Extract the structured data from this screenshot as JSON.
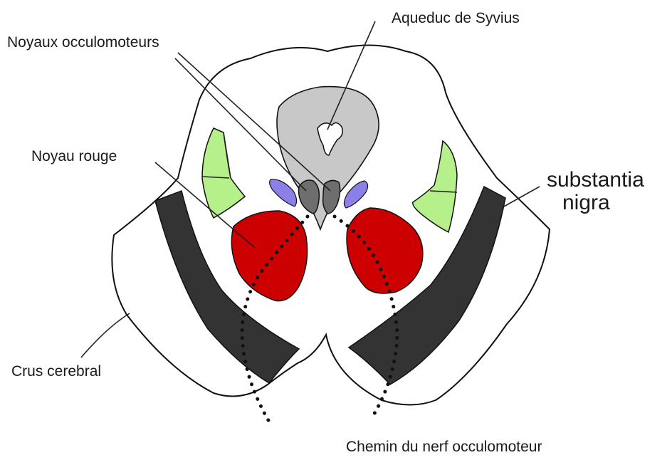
{
  "labels": {
    "aqueduct": "Aqueduc de Syvius",
    "oculomotor_nuclei": "Noyaux occulomoteurs",
    "red_nucleus": "Noyau rouge",
    "substantia_nigra_line1": "substantia",
    "substantia_nigra_line2": "nigra",
    "crus": "Crus cerebral",
    "nerve_path": "Chemin du nerf occulomoteur"
  },
  "colors": {
    "outline": "#111111",
    "background": "#ffffff",
    "periaqueductal_gray": "#c8c8c8",
    "oculomotor_nucleus": "#6e6e6e",
    "accessory_nucleus": "#8c80e8",
    "lateral_nucleus": "#b6f08a",
    "red_nucleus": "#cc0000",
    "substantia_nigra": "#333333"
  }
}
